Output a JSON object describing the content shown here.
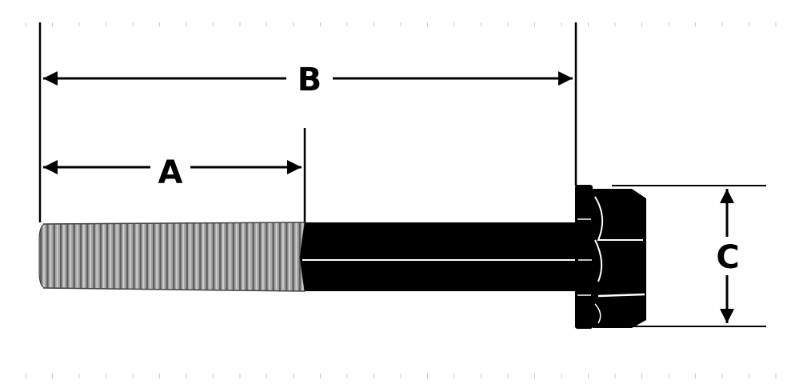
{
  "dimensions": {
    "a": {
      "label": "A"
    },
    "b": {
      "label": "B"
    },
    "c": {
      "label": "C"
    }
  },
  "colors": {
    "ink": "#000000",
    "thread": "#9a9a9a",
    "thread_shadow": "#6e6e6e",
    "highlight": "#ffffff",
    "background": "#ffffff"
  }
}
